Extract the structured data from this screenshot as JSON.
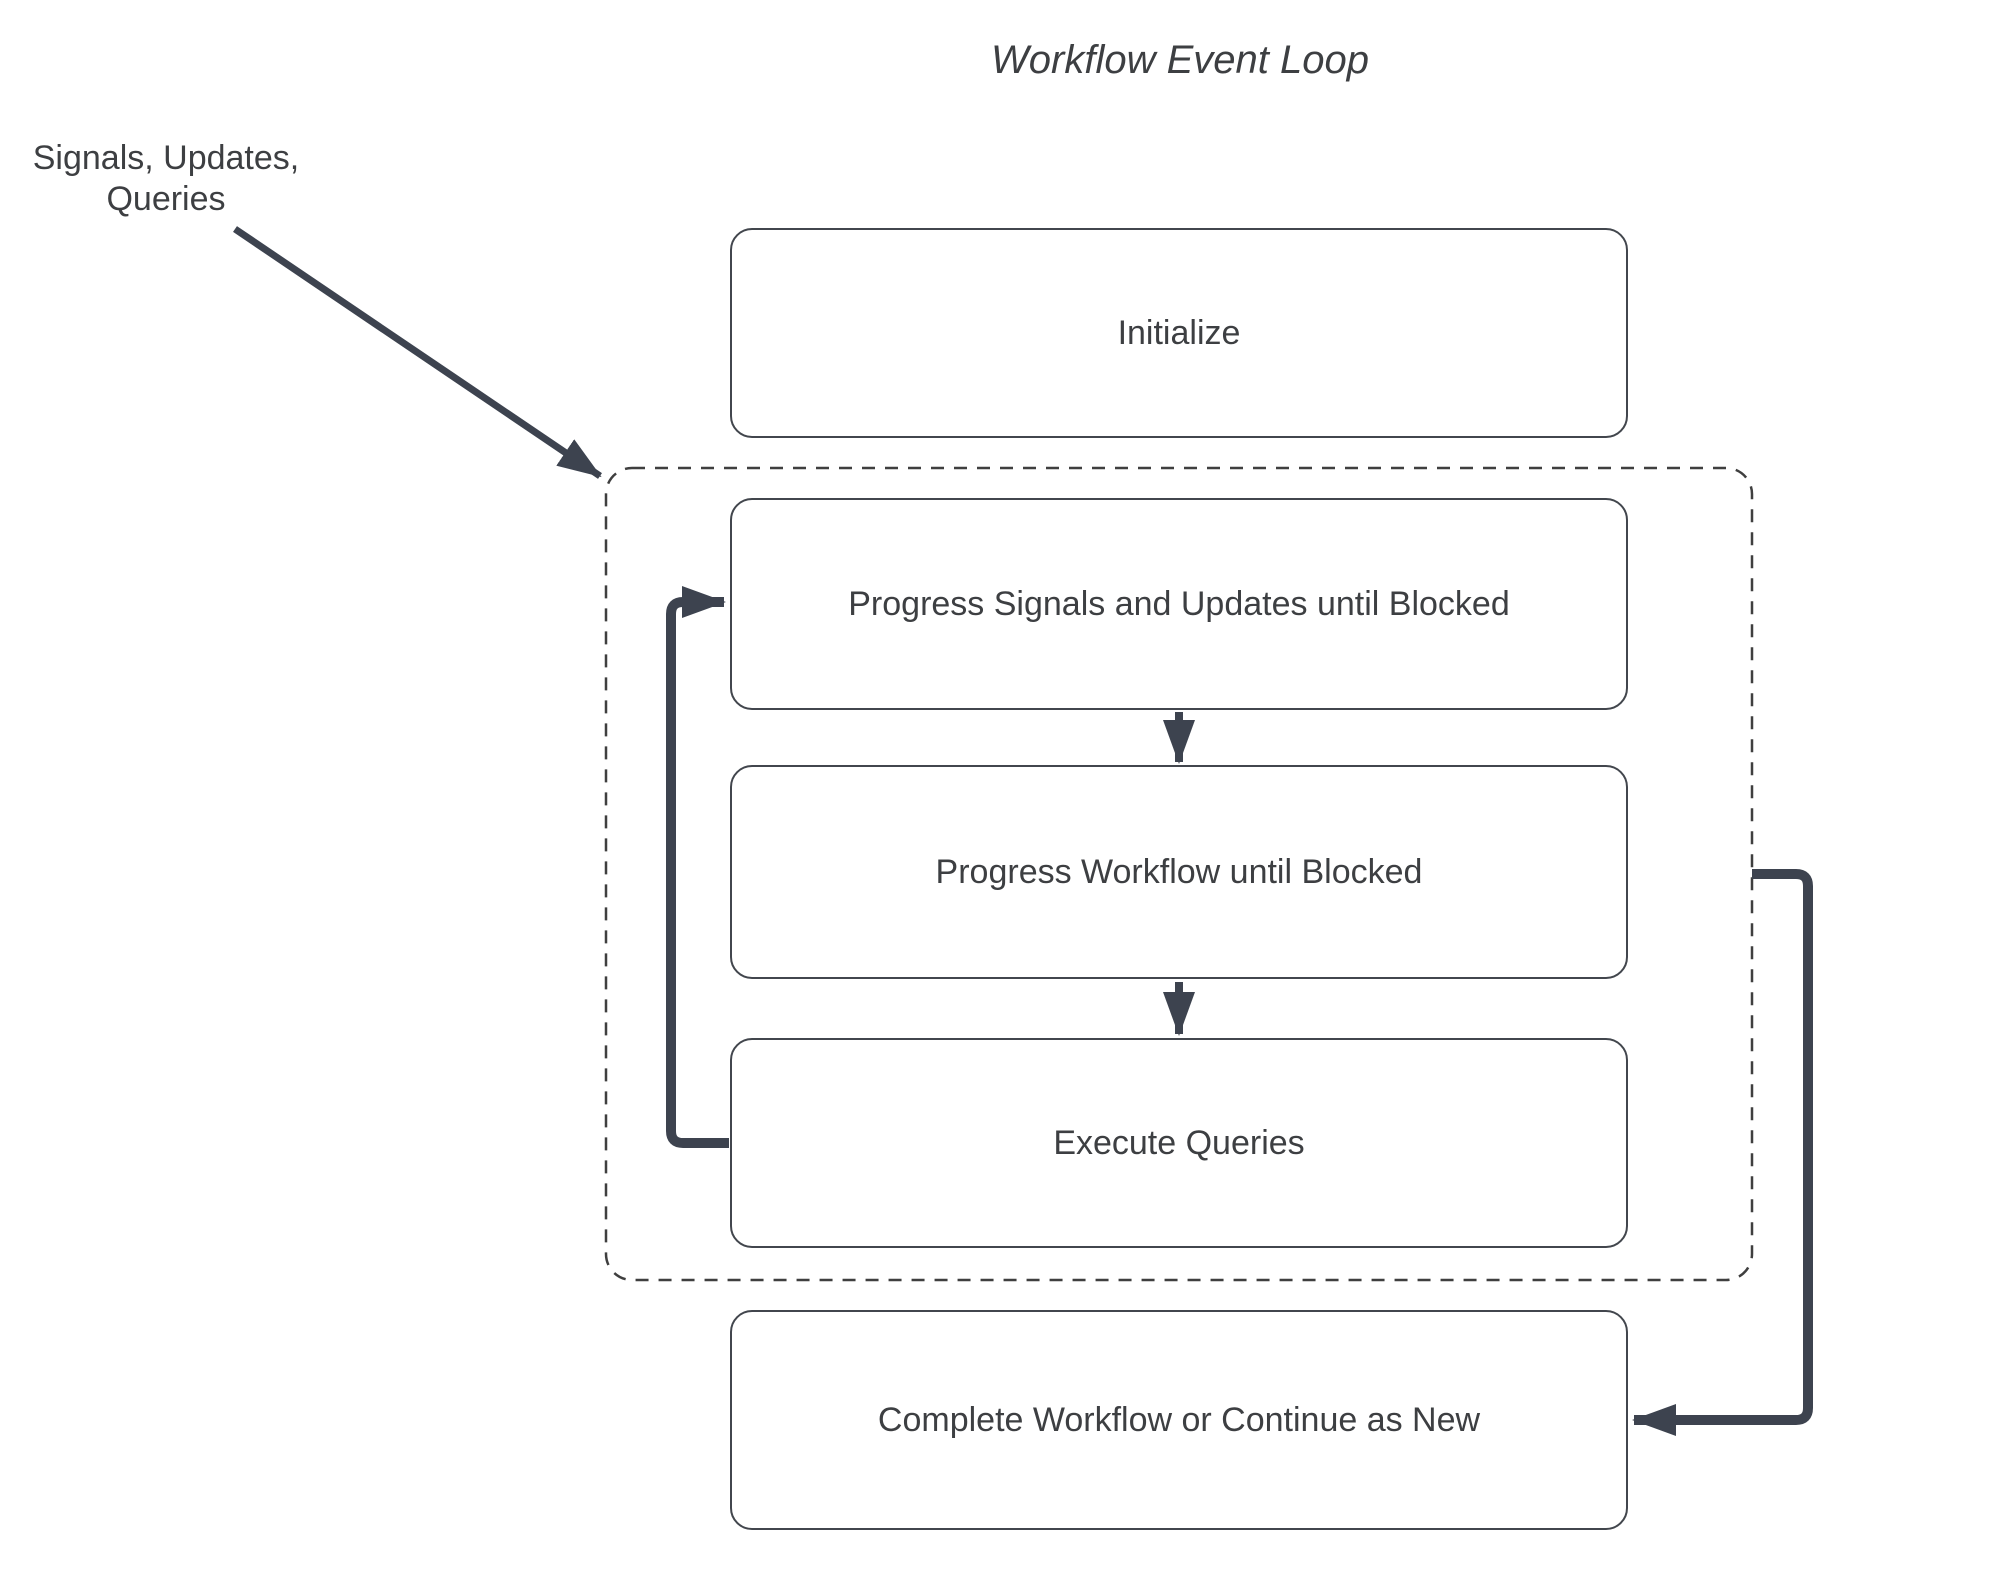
{
  "title": "Workflow Event Loop",
  "annotation": {
    "lines": [
      "Signals, Updates,",
      "Queries"
    ]
  },
  "nodes": {
    "initialize": {
      "label": "Initialize"
    },
    "progress_signals": {
      "label": "Progress Signals and Updates until Blocked"
    },
    "progress_workflow": {
      "label": "Progress Workflow until Blocked"
    },
    "execute_queries": {
      "label": "Execute Queries"
    },
    "complete": {
      "label": "Complete Workflow or Continue as New"
    }
  },
  "colors": {
    "background": "#ffffff",
    "arrow": "#3d434f",
    "node_border": "#42464d",
    "dashed_border": "#3f3f3f",
    "text": "#3d3f42"
  }
}
